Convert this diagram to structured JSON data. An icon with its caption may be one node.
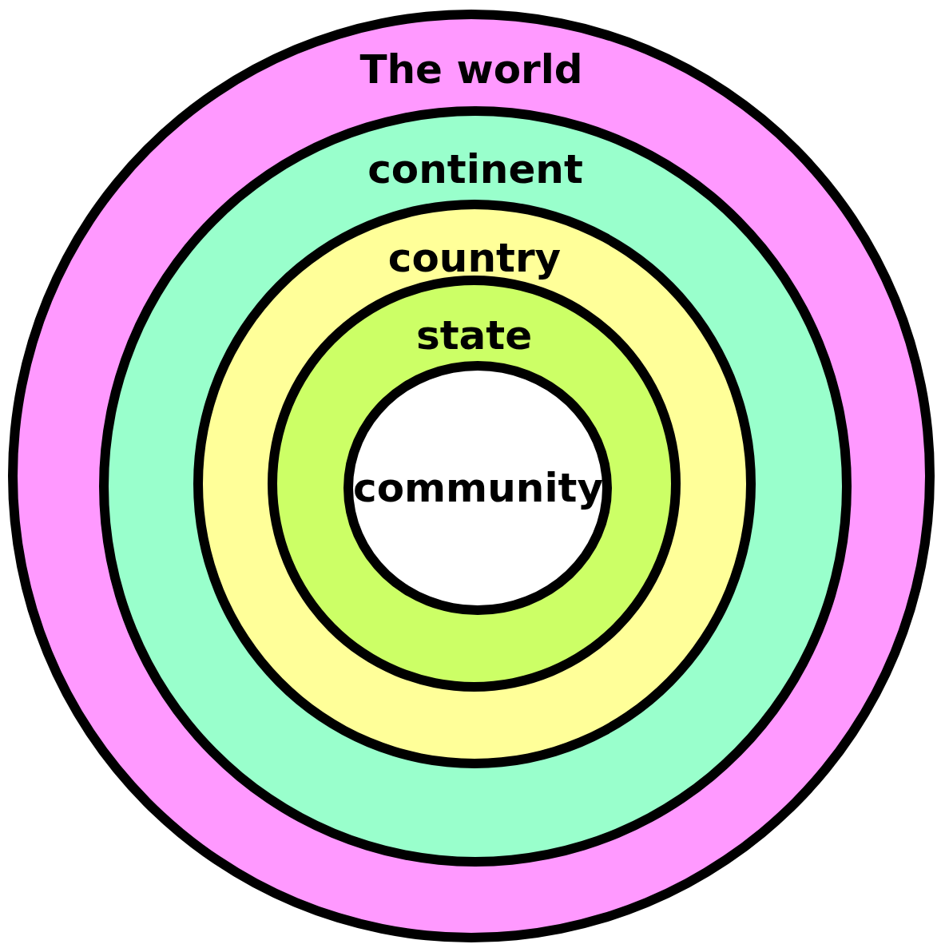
{
  "diagram": {
    "nodes": [
      {
        "text": [
          "The world"
        ]
      },
      {
        "text": [
          "continent"
        ],
        "in": 0
      },
      {
        "text": [
          "country"
        ],
        "in": 1
      },
      {
        "text": [
          "state"
        ],
        "in": 2
      },
      {
        "text": [
          "community"
        ],
        "in": 3
      }
    ]
  }
}
